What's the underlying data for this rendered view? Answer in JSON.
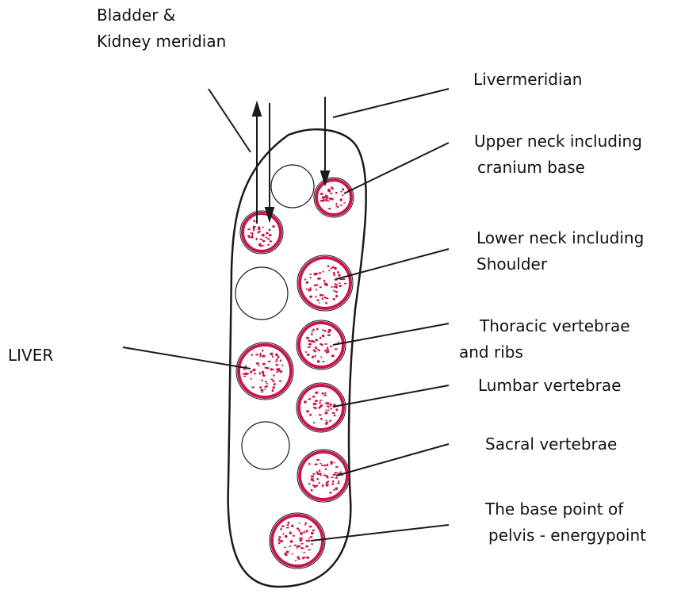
{
  "labels": {
    "meridian_bladder_kidney": [
      "Bladder &",
      "Kidney meridian"
    ],
    "meridian_liver": "Livermeridian",
    "upper_neck": [
      "Upper neck including",
      "cranium base"
    ],
    "lower_neck": [
      "Lower neck including",
      "Shoulder"
    ],
    "thoracic": [
      "Thoracic vertebrae",
      "and ribs"
    ],
    "lumbar": "Lumbar vertebrae",
    "sacral": "Sacral vertebrae",
    "pelvis": [
      "The base point of",
      "pelvis - energypoint"
    ],
    "liver": "LIVER"
  },
  "colors": {
    "ink": "#1a1a1a",
    "zone_ring": "#c8174a",
    "zone_dots": "#c8174a"
  }
}
